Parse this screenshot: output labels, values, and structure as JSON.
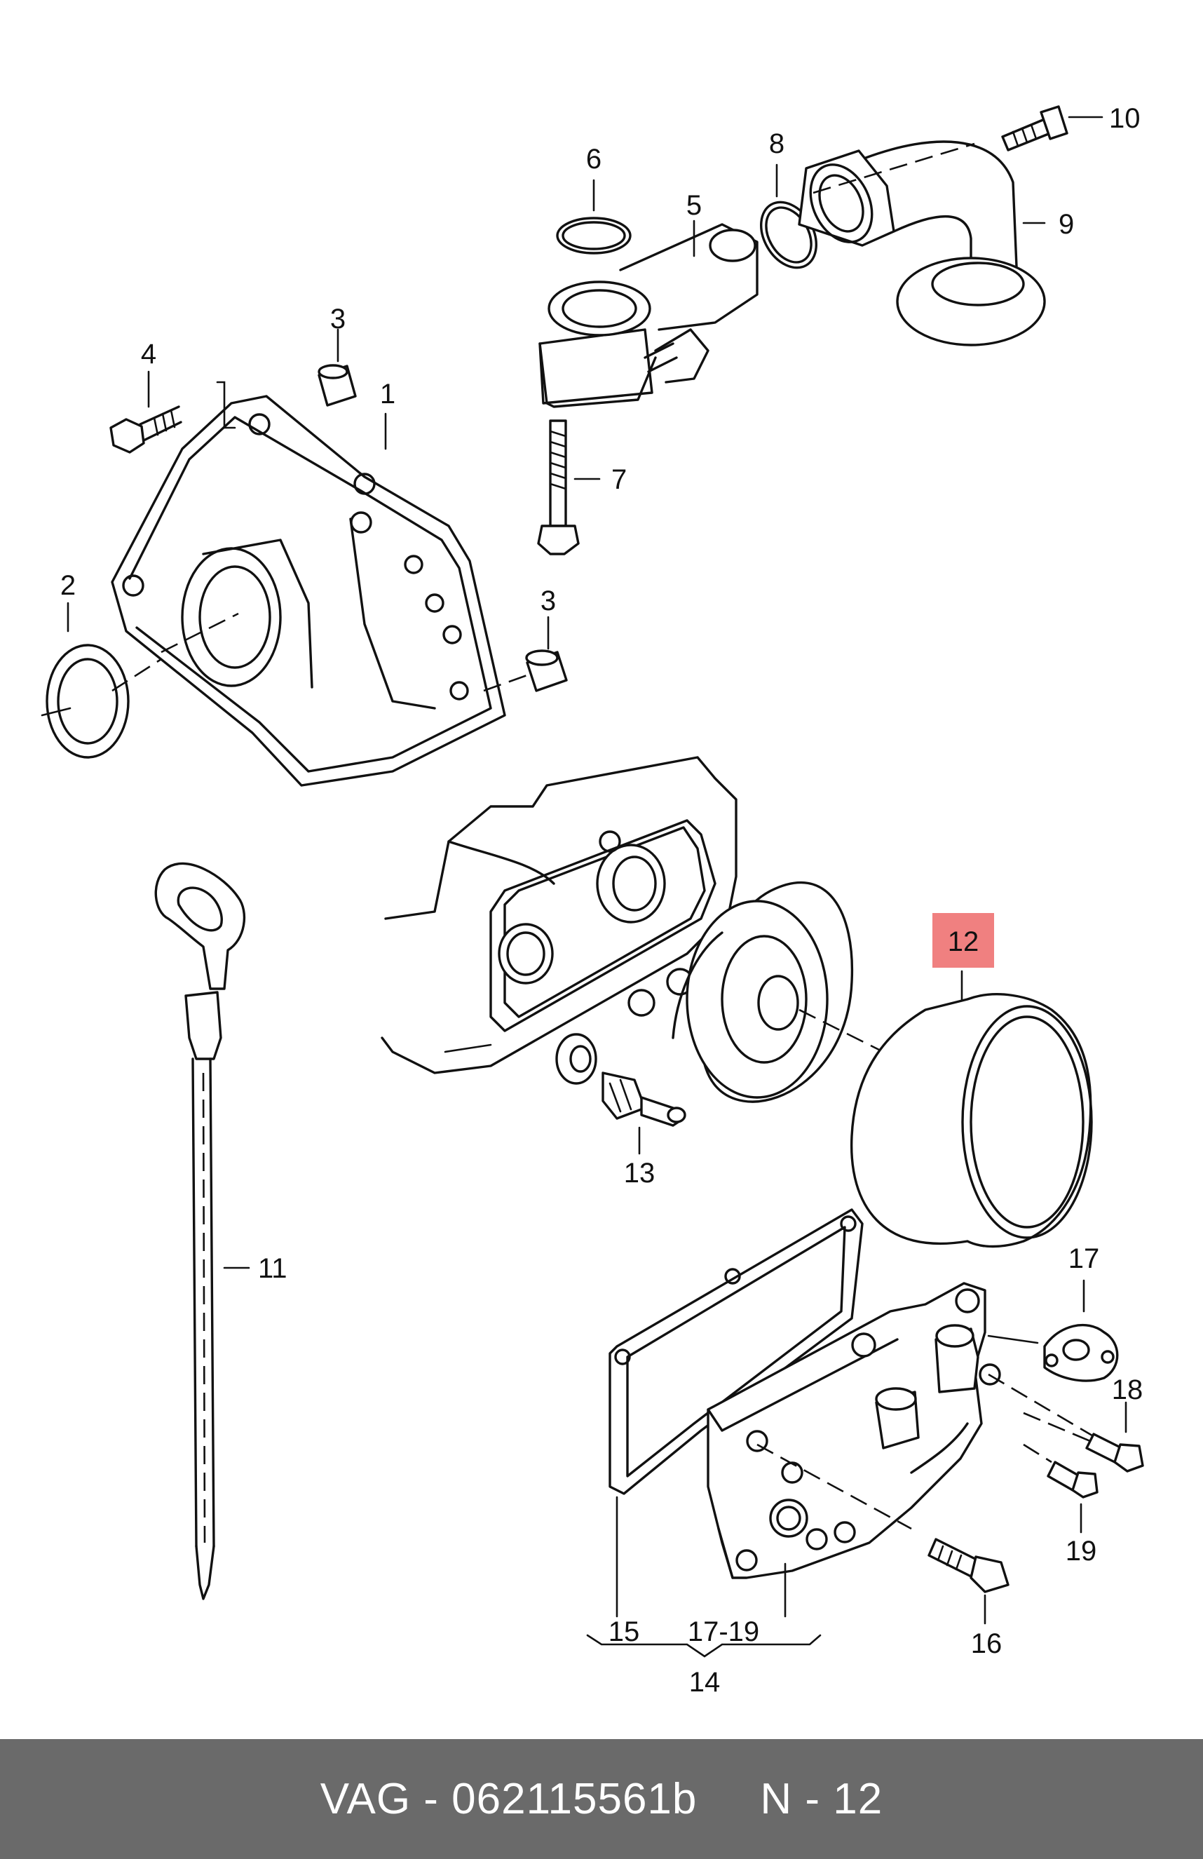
{
  "labels": {
    "p1": "1",
    "p2": "2",
    "p3a": "3",
    "p3b": "3",
    "p4": "4",
    "p5": "5",
    "p6": "6",
    "p7": "7",
    "p8": "8",
    "p9": "9",
    "p10": "10",
    "p11": "11",
    "p12": "12",
    "p13": "13",
    "p14": "14",
    "p15": "15",
    "p16": "16",
    "p17": "17",
    "p17_19": "17-19",
    "p18": "18",
    "p19": "19"
  },
  "highlight_color": "#f08080",
  "footer": {
    "part_number": "VAG - 062115561b",
    "position_ref": "N - 12"
  }
}
